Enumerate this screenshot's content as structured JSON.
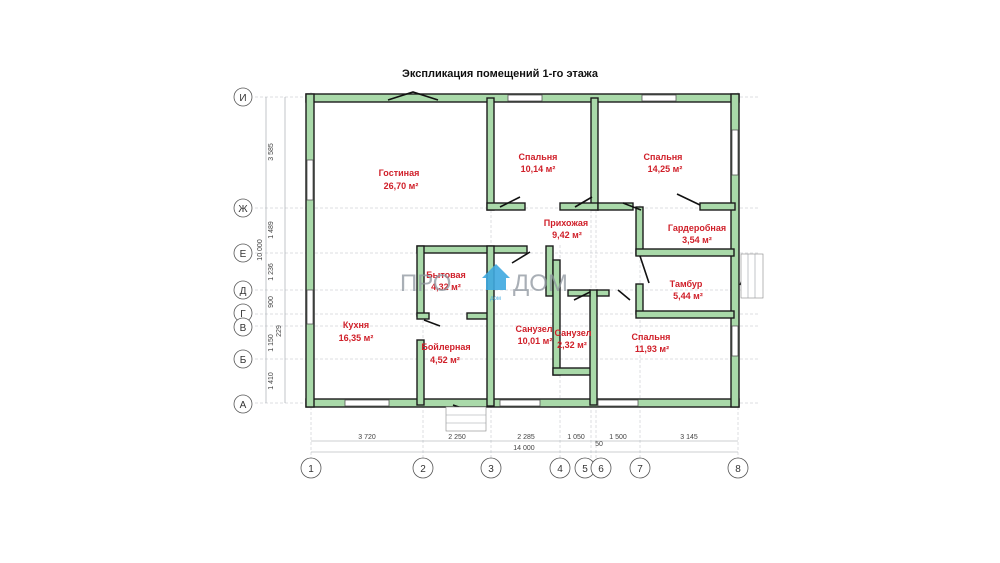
{
  "title": "Экспликация помещений 1-го этажа",
  "rooms": [
    {
      "name": "Гостиная",
      "area": "26,70 м²"
    },
    {
      "name": "Спальня",
      "area": "10,14 м²"
    },
    {
      "name": "Спальня",
      "area": "14,25 м²"
    },
    {
      "name": "Прихожая",
      "area": "9,42 м²"
    },
    {
      "name": "Гардеробная",
      "area": "3,54 м²"
    },
    {
      "name": "Тамбур",
      "area": "5,44 м²"
    },
    {
      "name": "Кухня",
      "area": "16,35 м²"
    },
    {
      "name": "Бойлерная",
      "area": "4,52 м²"
    },
    {
      "name": "Санузел",
      "area": "10,01 м²"
    },
    {
      "name": "Санузел",
      "area": "2,32 м²"
    },
    {
      "name": "Спальня",
      "area": "11,93 м²"
    },
    {
      "name": "Бытовая",
      "area": "4,32 м²"
    }
  ],
  "axes_rows": [
    "И",
    "Ж",
    "Е",
    "Д",
    "Г",
    "В",
    "Б",
    "А"
  ],
  "axes_cols": [
    "1",
    "2",
    "3",
    "4",
    "5",
    "6",
    "7",
    "8"
  ],
  "dims_left": [
    "3 585",
    "1 489",
    "10 000",
    "1 236",
    "900",
    "229",
    "1 150",
    "1 410"
  ],
  "dims_bottom": [
    "3 720",
    "2 250",
    "2 285",
    "1 050",
    "50",
    "1 500",
    "3 145"
  ],
  "dim_total": "14 000",
  "logo": {
    "left": "ПРО",
    "right": "ДОМ",
    "sub": "дом"
  },
  "colors": {
    "wall": "#a9d9a9",
    "room_text": "#d0202a",
    "logo_accent": "#3fa9e0"
  }
}
